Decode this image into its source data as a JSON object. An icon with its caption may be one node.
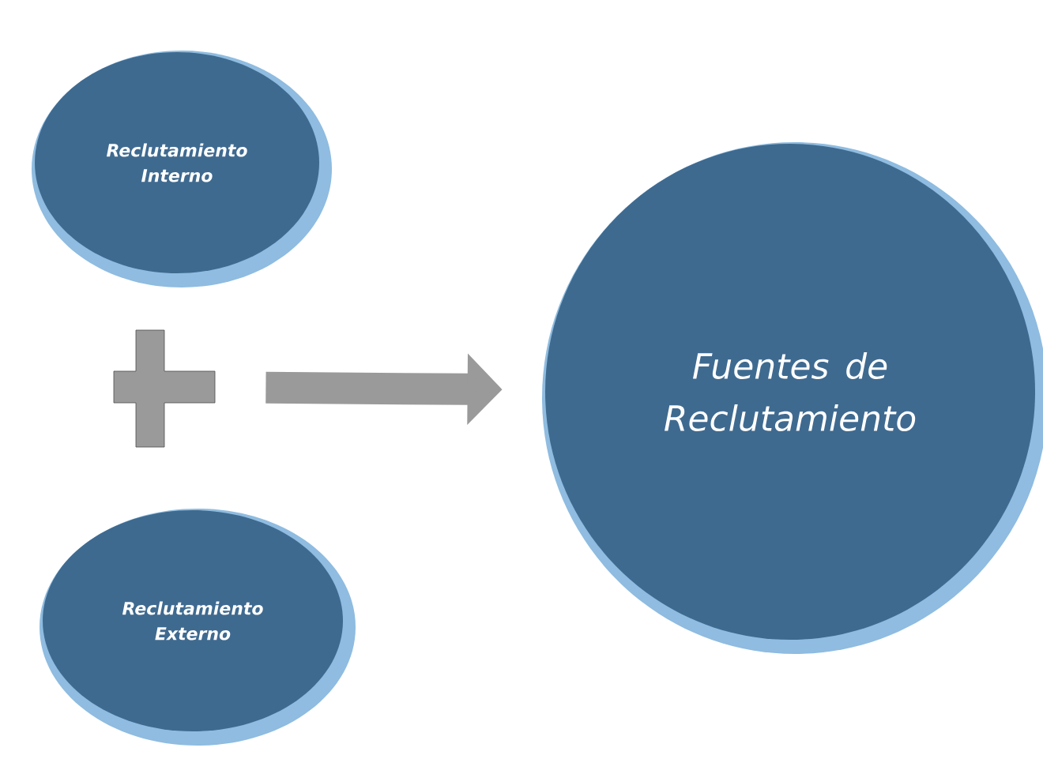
{
  "diagram": {
    "nodes": [
      {
        "text": [
          "Reclutamiento Interno"
        ]
      },
      {
        "text": [],
        "shape": "plus"
      },
      {
        "text": [
          "Reclutamiento Externo"
        ]
      },
      {
        "text": [
          "Fuentes de Reclutamiento"
        ]
      }
    ],
    "edges": [
      {
        "from": 1,
        "to": 3,
        "arrow": "to"
      }
    ]
  }
}
